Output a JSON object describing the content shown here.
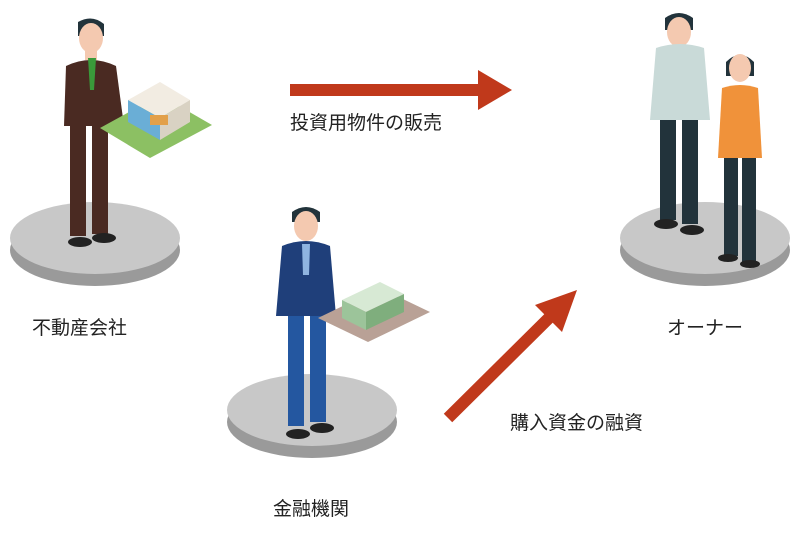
{
  "actors": {
    "real_estate_company": "不動産会社",
    "financial_institution": "金融機関",
    "owner": "オーナー"
  },
  "flows": {
    "sale": "投資用物件の販売",
    "loan": "購入資金の融資"
  },
  "colors": {
    "arrow": "#c0391b",
    "platform_top": "#c8c8c8",
    "platform_side": "#9a9a9a"
  }
}
